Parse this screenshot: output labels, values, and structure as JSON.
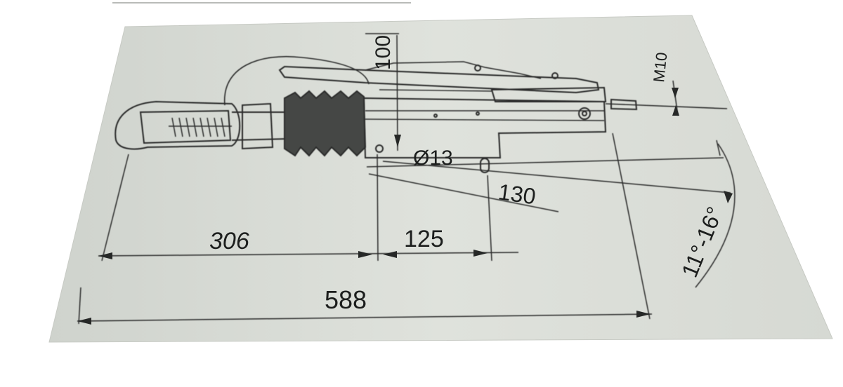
{
  "drawing": {
    "paper_color": "#dcdfd9",
    "ink_color": "#262827",
    "labels": {
      "height_100": "100",
      "thread_m10": "M10",
      "diameter_13": "Ø13",
      "offset_130": "130",
      "length_306": "306",
      "length_125": "125",
      "total_588": "588",
      "angle_range": "11°-16°"
    }
  }
}
